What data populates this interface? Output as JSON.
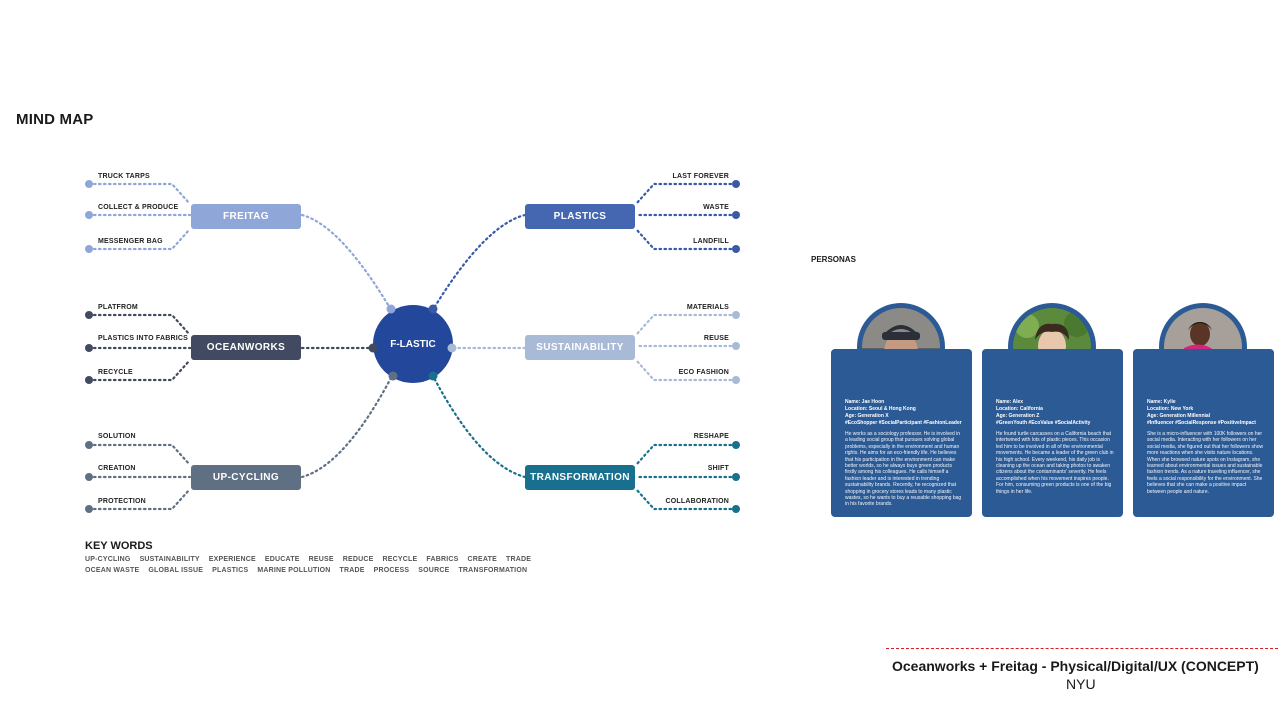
{
  "title": "MIND MAP",
  "center": "F-LASTIC",
  "branches": {
    "freitag": {
      "label": "FREITAG",
      "color": "#8fa7d8",
      "leaves": [
        "TRUCK TARPS",
        "COLLECT & PRODUCE",
        "MESSENGER BAG"
      ]
    },
    "oceanworks": {
      "label": "OCEANWORKS",
      "color": "#424a61",
      "leaves": [
        "PLATFROM",
        "PLASTICS INTO FABRICS",
        "RECYCLE"
      ]
    },
    "upcycling": {
      "label": "UP-CYCLING",
      "color": "#5f7085",
      "leaves": [
        "SOLUTION",
        "CREATION",
        "PROTECTION"
      ]
    },
    "plastics": {
      "label": "PLASTICS",
      "color": "#4567b1",
      "leaves": [
        "LAST FOREVER",
        "WASTE",
        "LANDFILL"
      ]
    },
    "sustainability": {
      "label": "SUSTAINABILITY",
      "color": "#a9bad6",
      "leaves": [
        "MATERIALS",
        "REUSE",
        "ECO FASHION"
      ]
    },
    "transformation": {
      "label": "TRANSFORMATION",
      "color": "#19708e",
      "leaves": [
        "RESHAPE",
        "SHIFT",
        "COLLABORATION"
      ]
    }
  },
  "keywords": {
    "title": "KEY WORDS",
    "row1": [
      "UP-CYCLING",
      "SUSTAINABILITY",
      "EXPERIENCE",
      "EDUCATE",
      "REUSE",
      "REDUCE",
      "RECYCLE",
      "FABRICS",
      "CREATE",
      "TRADE"
    ],
    "row2": [
      "OCEAN WASTE",
      "GLOBAL ISSUE",
      "PLASTICS",
      "MARINE POLLUTION",
      "TRADE",
      "PROCESS",
      "SOURCE",
      "TRANSFORMATION"
    ]
  },
  "personas": {
    "title": "PERSONAS",
    "cards": [
      {
        "name": "Name: Jae Hoon",
        "location": "Location: Seoul & Hong Kong",
        "age": "Age: Generation X",
        "tags": "#EcoShopper #SocialParticipant #FashionLeader",
        "bio": "He works as a sociology professor. He is involved in a leading social group that pursues solving global problems, especially in the environment and human rights. He aims for an eco-friendly life. He believes that his participation in the environment can make better worlds, so he always buys green products firstly among his colleagues. He calls himself a fashion leader and is interested in trending sustainability brands. Recently, he recognized that shopping in grocery stores leads to many plastic wastes, so he wants to buy a reusable shopping bag in his favorite brands."
      },
      {
        "name": "Name: Alex",
        "location": "Location: California",
        "age": "Age: Generation Z",
        "tags": "#GreenYouth #EcoValue #SocialActivity",
        "bio": "He found turtle carcasses on a California beach that intertwined with lots of plastic pieces. This occasion led him to be involved in all of the environmental movements. He became a leader of the green club in his high school. Every weekend, his daily job is cleaning up the ocean and taking photos to awaken citizens about the contaminants' severity. He feels accomplished when his movement inspires people. For him, consuming green products is one of the big things in her life."
      },
      {
        "name": "Name: Kylie",
        "location": "Location: New York",
        "age": "Age: Generation Millennial",
        "tags": "#Influencer #SocialResponse #PositiveImpact",
        "bio": "She is a micro-influencer with 100K followers on her social media. Interacting with her followers on her social media, she figured out that her followers show more reactions when she visits nature locations. When she browsed nature spots on Instagram, she learned about environmental issues and sustainable fashion trends. As a nature traveling influencer, she feels a social responsibility for the environment. She believes that she can make a positive impact between people and nature."
      }
    ]
  },
  "footer": {
    "title": "Oceanworks + Freitag - Physical/Digital/UX (CONCEPT)",
    "subtitle": "NYU"
  }
}
